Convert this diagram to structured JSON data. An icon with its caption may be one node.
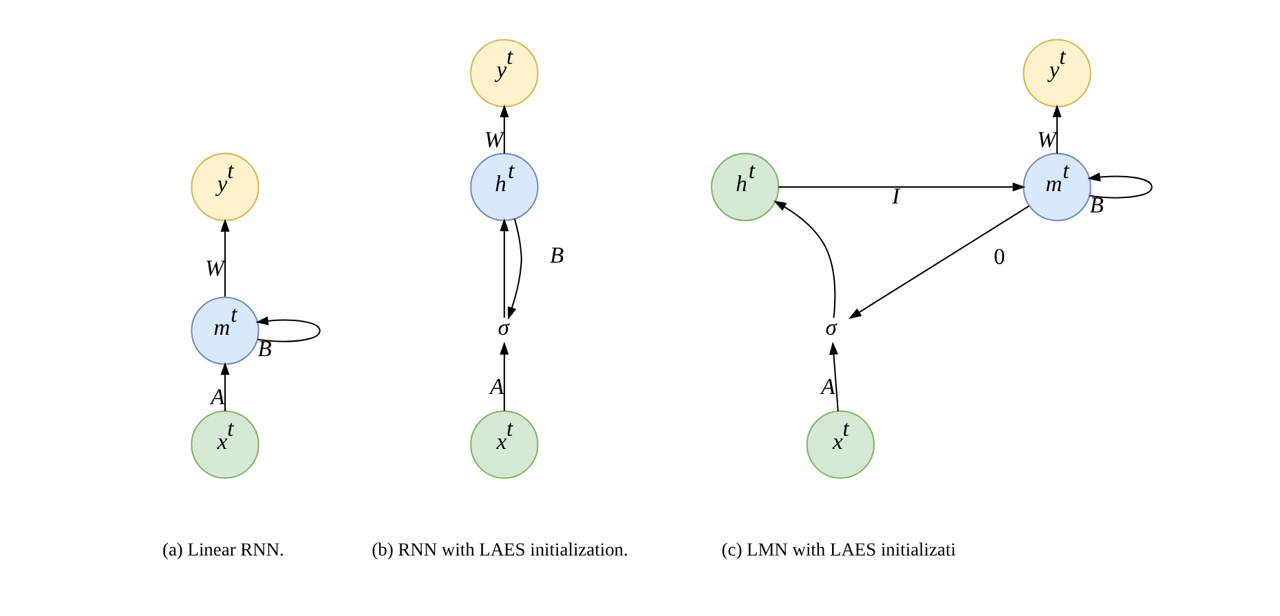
{
  "diagram": {
    "nodes": [
      {
        "text": [
          "y$^{t}$"
        ]
      },
      {
        "text": [
          "m$^{t}$"
        ]
      },
      {
        "text": [
          "x$^{t}$"
        ]
      },
      {
        "text": [
          "y$^{t}$"
        ]
      },
      {
        "text": [
          "h$^{t}$"
        ]
      },
      {
        "text": [
          "σ"
        ]
      },
      {
        "text": [
          "x$^{t}$"
        ]
      },
      {
        "text": [
          "y$^{t}$"
        ]
      },
      {
        "text": [
          "h$^{t}$"
        ]
      },
      {
        "text": [
          "m$^{t}$"
        ]
      },
      {
        "text": [
          "σ"
        ]
      },
      {
        "text": [
          "x$^{t}$"
        ]
      }
    ],
    "edges": [
      {
        "from": 2,
        "to": 1,
        "arrow": "to",
        "label": "A"
      },
      {
        "from": 1,
        "to": 0,
        "arrow": "to",
        "label": "W"
      },
      {
        "from": 1,
        "to": 1,
        "arrow": "to",
        "label": "B"
      },
      {
        "from": 6,
        "to": 5,
        "arrow": "to",
        "label": "A"
      },
      {
        "from": 5,
        "to": 4,
        "arrow": "to"
      },
      {
        "from": 4,
        "to": 3,
        "arrow": "to",
        "label": "W"
      },
      {
        "from": 4,
        "to": 5,
        "arrow": "to",
        "label": "B"
      },
      {
        "from": 11,
        "to": 10,
        "arrow": "to",
        "label": "A"
      },
      {
        "from": 10,
        "to": 8,
        "arrow": "to"
      },
      {
        "from": 8,
        "to": 9,
        "arrow": "to",
        "label": "I"
      },
      {
        "from": 9,
        "to": 7,
        "arrow": "to",
        "label": "W"
      },
      {
        "from": 9,
        "to": 9,
        "arrow": "to",
        "label": "B"
      },
      {
        "from": 9,
        "to": 10,
        "arrow": "to",
        "label": "0"
      }
    ],
    "labels": [
      "(a) Linear RNN.",
      "(b) RNN with LAES initialization.",
      "(c) LMN with LAES initializati"
    ]
  }
}
